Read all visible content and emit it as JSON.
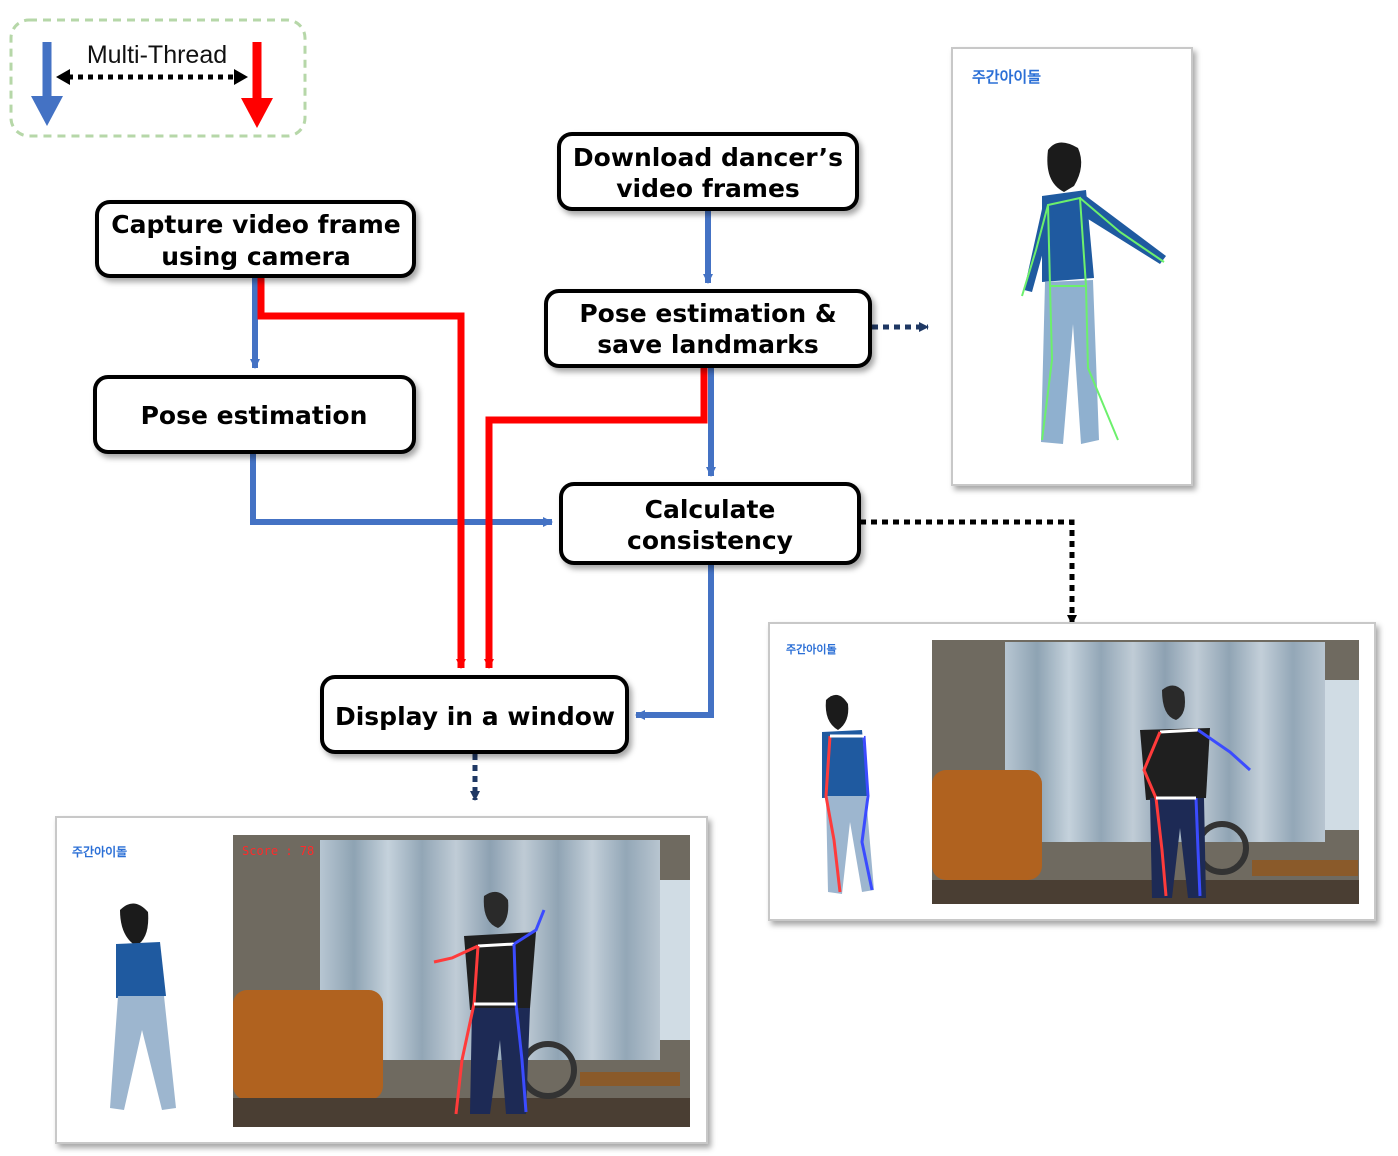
{
  "legend": {
    "label": "Multi-Thread",
    "colors": {
      "thread_a": "#4472c4",
      "thread_b": "#ff0000"
    }
  },
  "boxes": {
    "capture": {
      "line1": "Capture video frame",
      "line2": "using camera"
    },
    "pose_estimation": {
      "label": "Pose estimation"
    },
    "download": {
      "line1": "Download dancer’s",
      "line2": "video frames"
    },
    "pose_save": {
      "line1": "Pose estimation &",
      "line2": "save landmarks"
    },
    "calculate": {
      "line1": "Calculate",
      "line2": "consistency"
    },
    "display": {
      "label": "Display in a window"
    }
  },
  "panels": {
    "logo_text": "주간아이돌",
    "display_panel": {
      "score_text": "Score : 78"
    }
  },
  "colors": {
    "blue_arrow": "#4472c4",
    "red_arrow": "#ff0000",
    "dotted_dark": "#1f3864",
    "dotted_black": "#000000"
  }
}
